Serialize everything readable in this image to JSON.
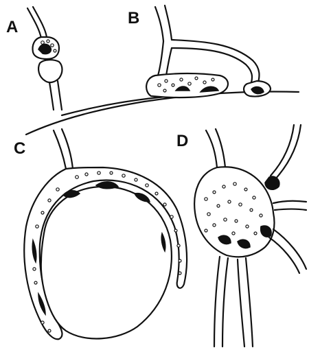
{
  "panels": [
    {
      "label": "A"
    },
    {
      "label": "B"
    },
    {
      "label": "C"
    },
    {
      "label": "D"
    }
  ],
  "colors": {
    "ink": "#111111",
    "paper": "#ffffff"
  }
}
